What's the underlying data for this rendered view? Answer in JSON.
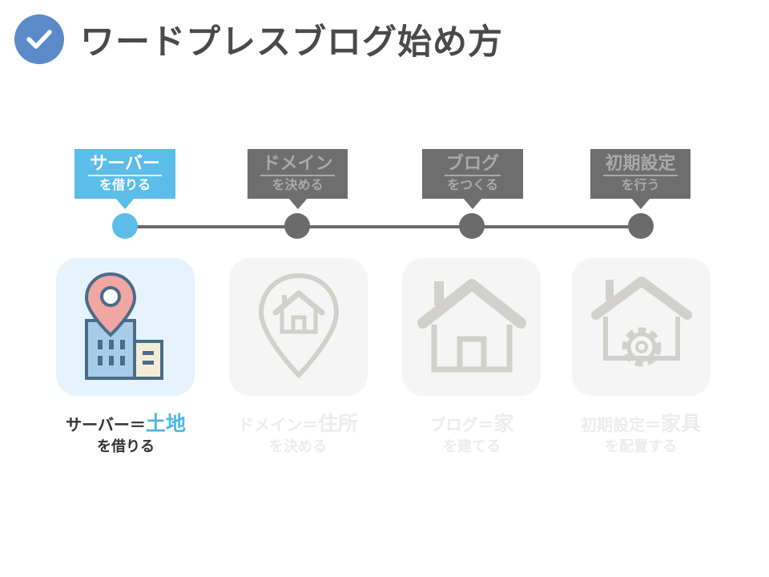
{
  "header": {
    "title": "ワードプレスブログ始め方",
    "icon": "check-circle-icon"
  },
  "colors": {
    "accent": "#5bbde8",
    "inactive_label": "#6e6e6e",
    "inactive_dot": "#6b6b6b",
    "active_card": "#e6f3fd",
    "inactive_card": "#f5f5f5",
    "highlight_text": "#4fb5e6"
  },
  "steps": [
    {
      "label_main": "サーバー",
      "label_sub": "を借りる",
      "active": true,
      "caption_main": "サーバー＝",
      "caption_highlight": "土地",
      "caption_sub": "を借りる",
      "icon": "map-pin-building-icon"
    },
    {
      "label_main": "ドメイン",
      "label_sub": "を決める",
      "active": false,
      "caption_main": "ドメイン＝",
      "caption_highlight": "住所",
      "caption_sub": "を決める",
      "icon": "location-house-icon"
    },
    {
      "label_main": "ブログ",
      "label_sub": "をつくる",
      "active": false,
      "caption_main": "ブログ＝",
      "caption_highlight": "家",
      "caption_sub": "を建てる",
      "icon": "house-icon"
    },
    {
      "label_main": "初期設定",
      "label_sub": "を行う",
      "active": false,
      "caption_main": "初期設定＝",
      "caption_highlight": "家具",
      "caption_sub": "を配置する",
      "icon": "house-gear-icon"
    }
  ]
}
